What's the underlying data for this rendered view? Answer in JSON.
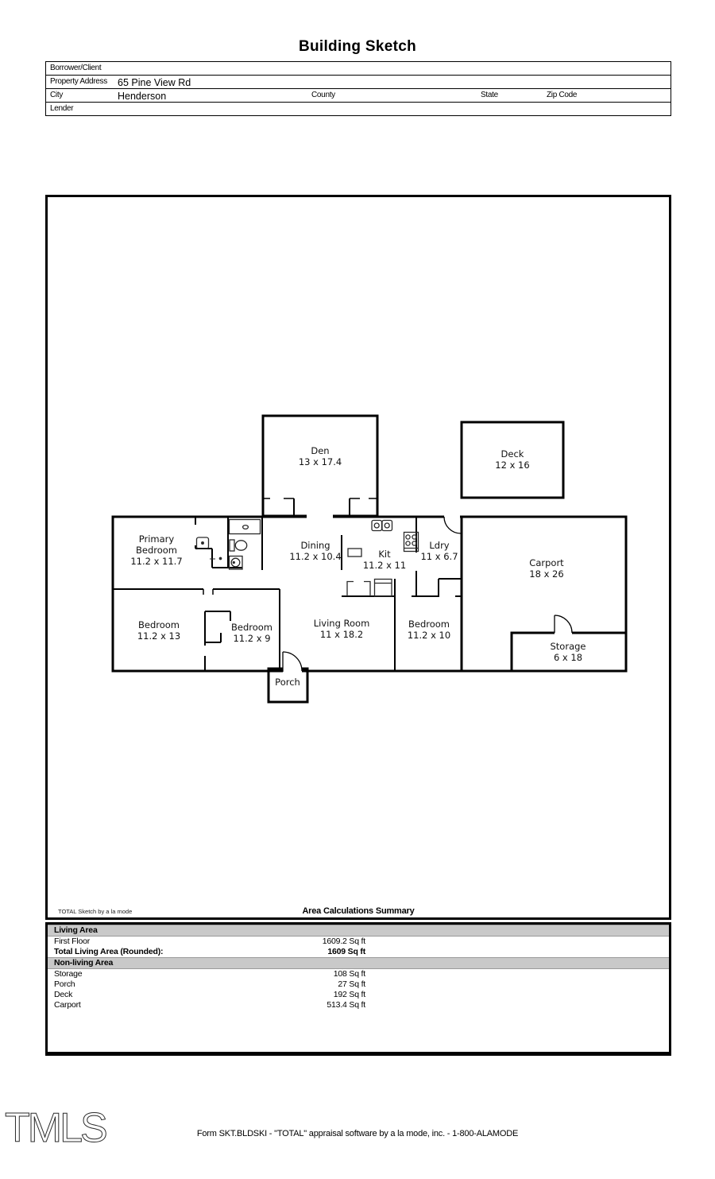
{
  "title": "Building Sketch",
  "form": {
    "borrower_label": "Borrower/Client",
    "property_address_label": "Property Address",
    "property_address_value": "65 Pine View Rd",
    "city_label": "City",
    "city_value": "Henderson",
    "county_label": "County",
    "state_label": "State",
    "zip_label": "Zip Code",
    "lender_label": "Lender"
  },
  "sketch": {
    "rooms": [
      {
        "id": "den",
        "lines": [
          "Den",
          "13 x 17.4"
        ]
      },
      {
        "id": "deck",
        "lines": [
          "Deck",
          "12 x 16"
        ]
      },
      {
        "id": "primary-bedroom",
        "lines": [
          "Primary",
          "Bedroom",
          "11.2 x 11.7"
        ]
      },
      {
        "id": "dining",
        "lines": [
          "Dining",
          "11.2 x 10.4"
        ]
      },
      {
        "id": "kitchen",
        "lines": [
          "Kit",
          "11.2 x 11"
        ]
      },
      {
        "id": "laundry",
        "lines": [
          "Ldry",
          "11 x 6.7"
        ]
      },
      {
        "id": "carport",
        "lines": [
          "Carport",
          "18 x 26"
        ]
      },
      {
        "id": "bedroom-1",
        "lines": [
          "Bedroom",
          "11.2 x 13"
        ]
      },
      {
        "id": "bedroom-2",
        "lines": [
          "Bedroom",
          "11.2 x 9"
        ]
      },
      {
        "id": "living-room",
        "lines": [
          "Living Room",
          "11 x 18.2"
        ]
      },
      {
        "id": "bedroom-3",
        "lines": [
          "Bedroom",
          "11.2 x 10"
        ]
      },
      {
        "id": "storage",
        "lines": [
          "Storage",
          "6 x 18"
        ]
      },
      {
        "id": "porch",
        "lines": [
          "Porch"
        ]
      }
    ],
    "footer_left": "TOTAL Sketch by a la mode",
    "summary_title": "Area Calculations Summary"
  },
  "summary": {
    "living_header": "Living Area",
    "first_floor_label": "First Floor",
    "first_floor_value": "1609.2 Sq ft",
    "total_label": "Total Living Area (Rounded):",
    "total_value": "1609 Sq ft",
    "nonliving_header": "Non-living Area",
    "nonliving_rows": [
      {
        "label": "Storage",
        "value": "108 Sq ft"
      },
      {
        "label": "Porch",
        "value": "27 Sq ft"
      },
      {
        "label": "Deck",
        "value": "192 Sq ft"
      },
      {
        "label": "Carport",
        "value": "513.4 Sq ft"
      }
    ]
  },
  "footer": {
    "logo": "TMLS",
    "form_line": "Form SKT.BLDSKI - \"TOTAL\" appraisal software by a la mode, inc. - 1-800-ALAMODE"
  },
  "colors": {
    "wall": "#000000",
    "band_gray": "#c9c9c9",
    "background": "#ffffff"
  }
}
